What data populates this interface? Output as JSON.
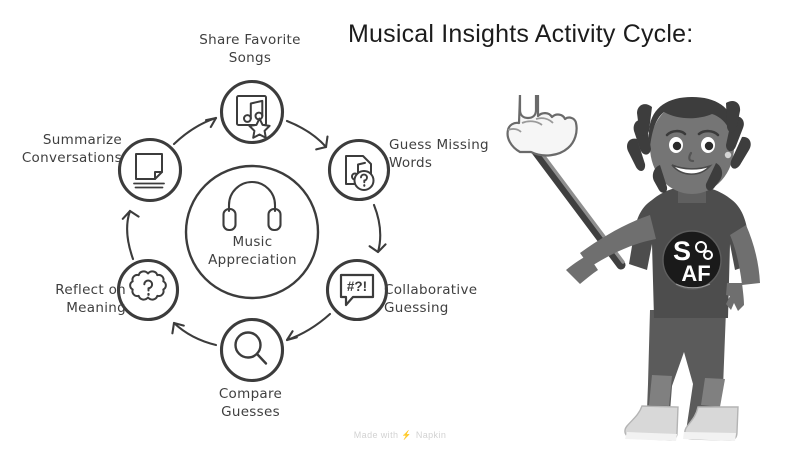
{
  "title": "Musical Insights Activity Cycle:",
  "center": {
    "label": "Music\nAppreciation",
    "icon": "headphones-icon"
  },
  "nodes": [
    {
      "id": "share-favorite-songs",
      "label": "Share Favorite\nSongs",
      "icon": "music-star-icon"
    },
    {
      "id": "guess-missing-words",
      "label": "Guess Missing\nWords",
      "icon": "music-document-question-icon"
    },
    {
      "id": "collaborative-guessing",
      "label": "Collaborative\nGuessing",
      "icon": "speech-bubble-icon",
      "icon_text": "#?!"
    },
    {
      "id": "compare-guesses",
      "label": "Compare\nGuesses",
      "icon": "magnifier-icon"
    },
    {
      "id": "reflect-on-meaning",
      "label": "Reflect on\nMeaning",
      "icon": "thought-bubble-question-icon"
    },
    {
      "id": "summarize-conversations",
      "label": "Summarize\nConversations",
      "icon": "note-page-icon"
    }
  ],
  "character": {
    "shirt_logo_primary": "S",
    "shirt_logo_secondary": "AF",
    "pointer": "pointing-hand-stick"
  },
  "watermark": {
    "prefix": "Made with",
    "brand": "Napkin"
  },
  "colors": {
    "title": "#1c1c1c",
    "label": "#3f3f3f",
    "stroke": "#3c3c3c",
    "watermark": "#d2d2d2",
    "skin": "#6f6f6f",
    "shirt": "#4d4d4d",
    "shorts": "#5b5b5b"
  }
}
